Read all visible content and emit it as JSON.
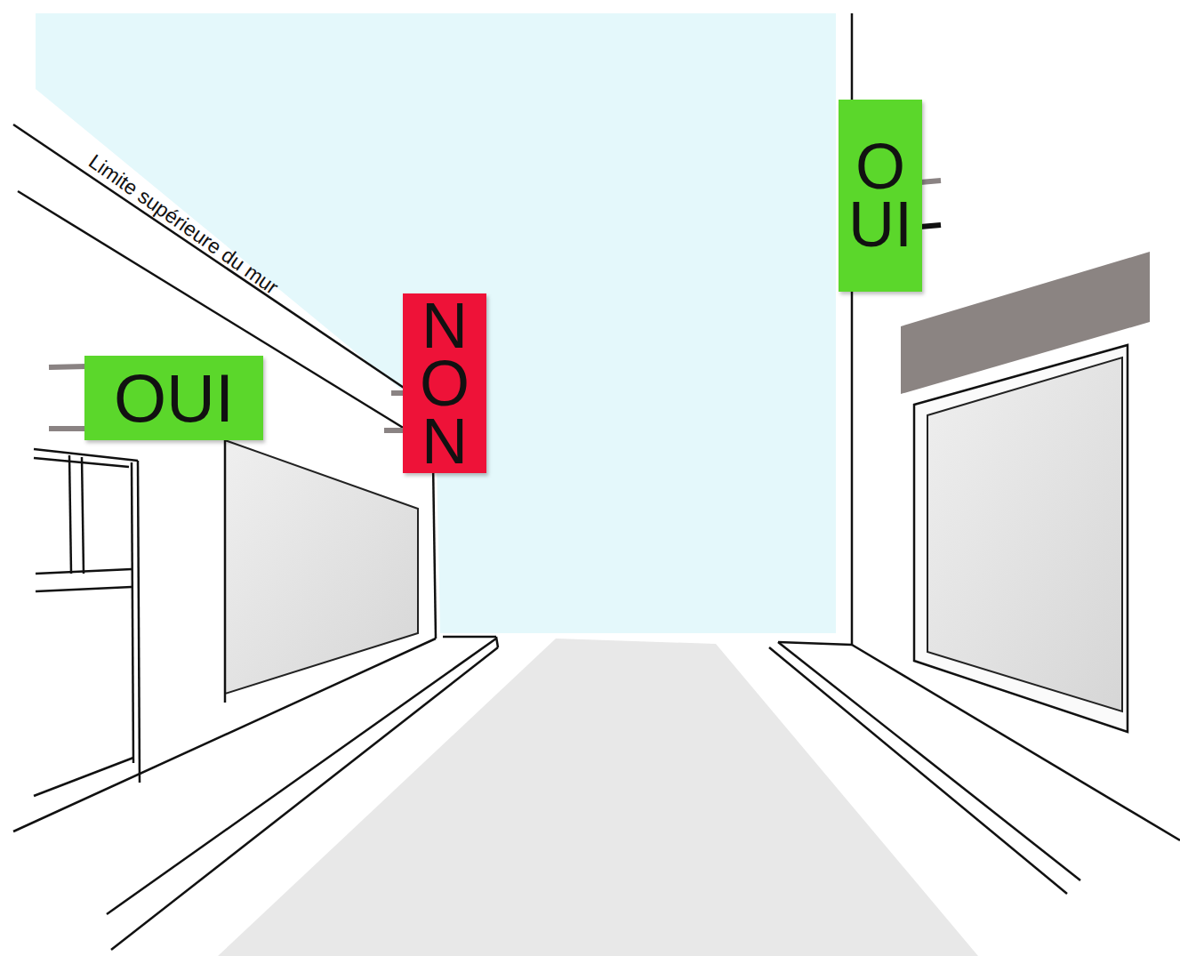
{
  "diagram": {
    "nodes": [
      {
        "text": [
          "OUI"
        ]
      },
      {
        "text": [
          "NON"
        ]
      },
      {
        "text": [
          "OUI"
        ]
      }
    ],
    "labels": [
      "Limite supérieure du mur"
    ]
  }
}
